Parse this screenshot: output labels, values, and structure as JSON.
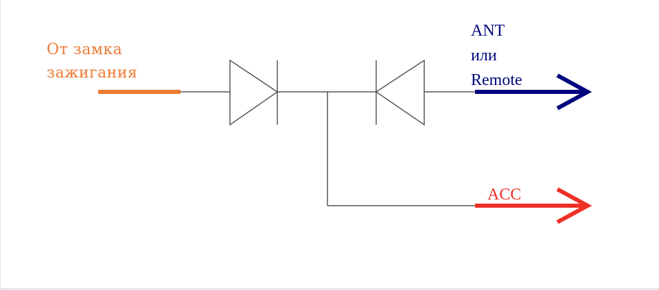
{
  "labels": {
    "source_line1": "От замка",
    "source_line2": "зажигания",
    "ant_line1": "ANT",
    "ant_line2": "или",
    "ant_line3": "Remote",
    "acc": "ACC"
  },
  "colors": {
    "source": "#ED7A32",
    "ant": "#00067F",
    "acc": "#EE3027",
    "wire": "#555555",
    "frame": "#C8C8C8"
  }
}
